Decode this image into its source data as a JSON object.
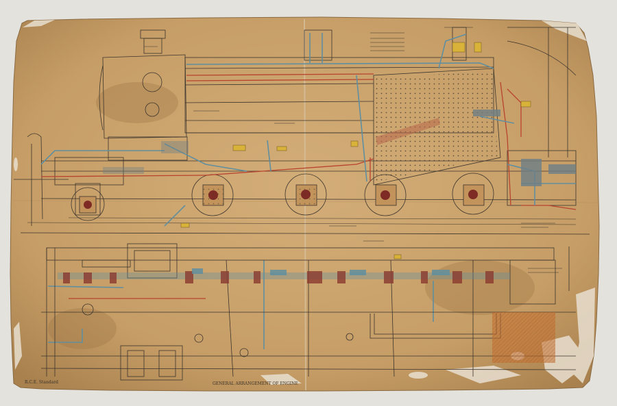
{
  "drawing": {
    "sheet_note": "R.C.E. Standard",
    "bottom_title": "GENERAL ARRANGEMENT OF ENGINE"
  },
  "colors": {
    "paper": "#c9a36e",
    "paper_dark": "#a57b47",
    "paper_edge": "#e6dccb",
    "ink": "#3b342d",
    "copper_red": "#b8432f",
    "steam_blue": "#5f8fa0",
    "brass_yellow": "#d9b23a",
    "grey_blue": "#6d7f86"
  },
  "icons": [
    "rivet-dot-pattern",
    "wheel-circle",
    "pipe-run",
    "hatched-section"
  ]
}
